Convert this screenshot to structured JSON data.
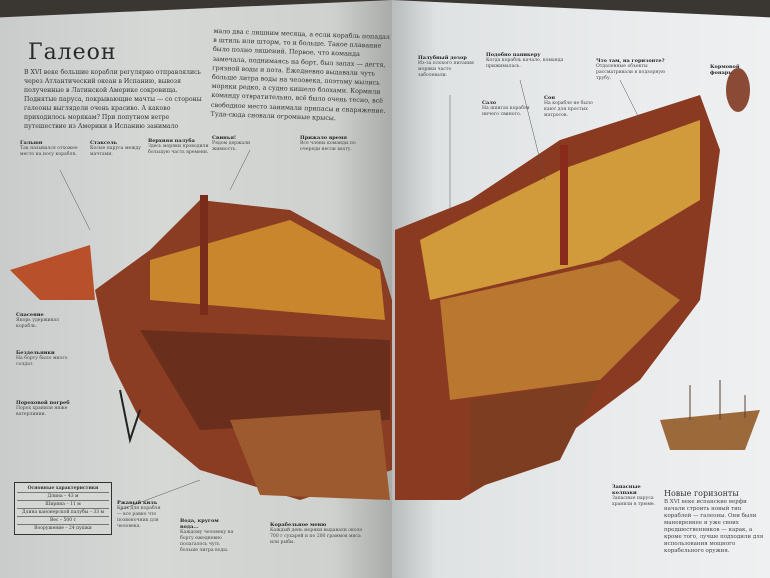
{
  "title": "Галеон",
  "intro_left": "В XVI веке большие корабли регулярно отправлялись через Атлантический океан в Испанию, вывозя полученные в Латинской Америке сокровища. Поднятые паруса, покрывающие мачты — со стороны галеоны выглядели очень красиво. А каково приходилось морякам? При попутном ветре путешествие из Америки в Испанию занимало",
  "intro_right": "мало два с лишним месяца, а если корабль попадал в штиль или шторм, то и больше. Такое плавание было полно лишений. Первое, что команда замечала, поднимаясь на борт, был запах — дегтя, грязной воды и пота. Ежедневно выдавали чуть больше литра воды на человека, поэтому мылись моряки редко, а судно кишело блохами. Кормили команду отвратительно, всё было очень тесно, всё свободное место занимали припасы и снаряжение. Туда-сюда сновали огромные крысы.",
  "labels_left": [
    {
      "title": "Гальюн",
      "text": "Так назывался отхожее место на носу корабля."
    },
    {
      "title": "Стаксель",
      "text": "Косые паруса между мачтами."
    },
    {
      "title": "Верхняя палуба",
      "text": "Здесь моряки проводили большую часть времени."
    },
    {
      "title": "Свинья!",
      "text": "Рядом держали живность."
    },
    {
      "title": "Прижало время",
      "text": "Все члены команды по очереди несли вахту."
    },
    {
      "title": "Спасение",
      "text": "Якорь удерживал корабль."
    },
    {
      "title": "Бездельники",
      "text": "На борту было много солдат."
    },
    {
      "title": "Пороховой погреб",
      "text": "Порох хранили ниже ватерлинии."
    }
  ],
  "labels_bottom": [
    {
      "title": "Ржавый киль",
      "text": "Киль для корабля — все равно что позвоночник для человека."
    },
    {
      "title": "Вода, кругом вода...",
      "text": "Каждому человеку на борту ежедневно полагалось чуть больше литра воды."
    },
    {
      "title": "Корабельное меню",
      "text": "Каждый день моряки выдавали около 700 г сухарей и по 200 граммов мяса или рыбы."
    }
  ],
  "labels_right": [
    {
      "title": "Палубный дозор",
      "text": "Из-за плохого питания моряки часто заболевали."
    },
    {
      "title": "Подобно паникеру",
      "text": "Когда корабль качало, команда прижималась."
    },
    {
      "title": "Что там, на горизонте?",
      "text": "Отдаленные объекты рассматривали в подзорную трубу."
    },
    {
      "title": "Кормовой фонарь",
      "text": ""
    },
    {
      "title": "Сало",
      "text": "На шпигах корабля ничего свиного."
    },
    {
      "title": "Сон",
      "text": "На корабле не было кают для простых матросов."
    },
    {
      "title": "Запасные колпаки",
      "text": "Запасные паруса хранили в трюме."
    }
  ],
  "specs": {
    "heading": "Основные характеристики",
    "rows": [
      "Длина – 43 м",
      "Ширина – 11 м",
      "Длина канонерской палубы – 33 м",
      "Вес – 500 т",
      "Вооружение – 24 пушки"
    ]
  },
  "horizon": {
    "heading": "Новые горизонты",
    "text": "В XVI веке испанские верфи начали строить новый тип кораблей — галеоны. Они были маневреннее и уже своих предшественников — карак, а кроме того, лучше подходили для использования мощного корабельного оружия."
  }
}
